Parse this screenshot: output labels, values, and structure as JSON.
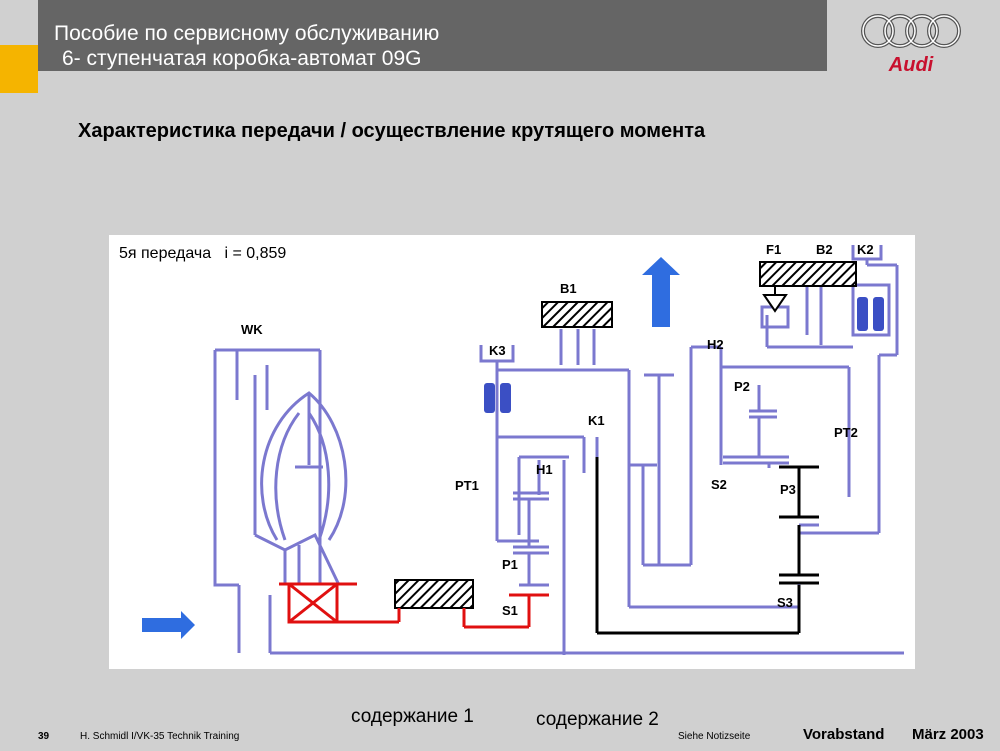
{
  "header": {
    "line1": "Пособие по сервисному обслуживанию",
    "line2": " 6- ступенчатая коробка-автомат 09G",
    "brand": "Audi"
  },
  "slide_title": "Характеристика передачи / осуществление крутящего момента",
  "diagram": {
    "gear_label": "5я передача   i = 0,859",
    "labels": {
      "wk": "WK",
      "b1": "B1",
      "k3": "K3",
      "k1": "K1",
      "h1": "H1",
      "pt1": "PT1",
      "p1": "P1",
      "s1": "S1",
      "h2": "H2",
      "p2": "P2",
      "s2": "S2",
      "pt2": "PT2",
      "p3": "P3",
      "s3": "S3",
      "f1": "F1",
      "b2": "B2",
      "k2": "K2"
    },
    "colors": {
      "structure": "#7b78cf",
      "power_red": "#e01010",
      "power_black": "#000000",
      "arrow": "#2f6de0"
    }
  },
  "links": {
    "content1": "содержание 1",
    "content2": "содержание 2"
  },
  "footer": {
    "page": "39",
    "author": "H. Schmidl I/VK-35  Technik Training",
    "notes": "Siehe Notizseite",
    "status": "Vorabstand",
    "date": "März 2003"
  }
}
